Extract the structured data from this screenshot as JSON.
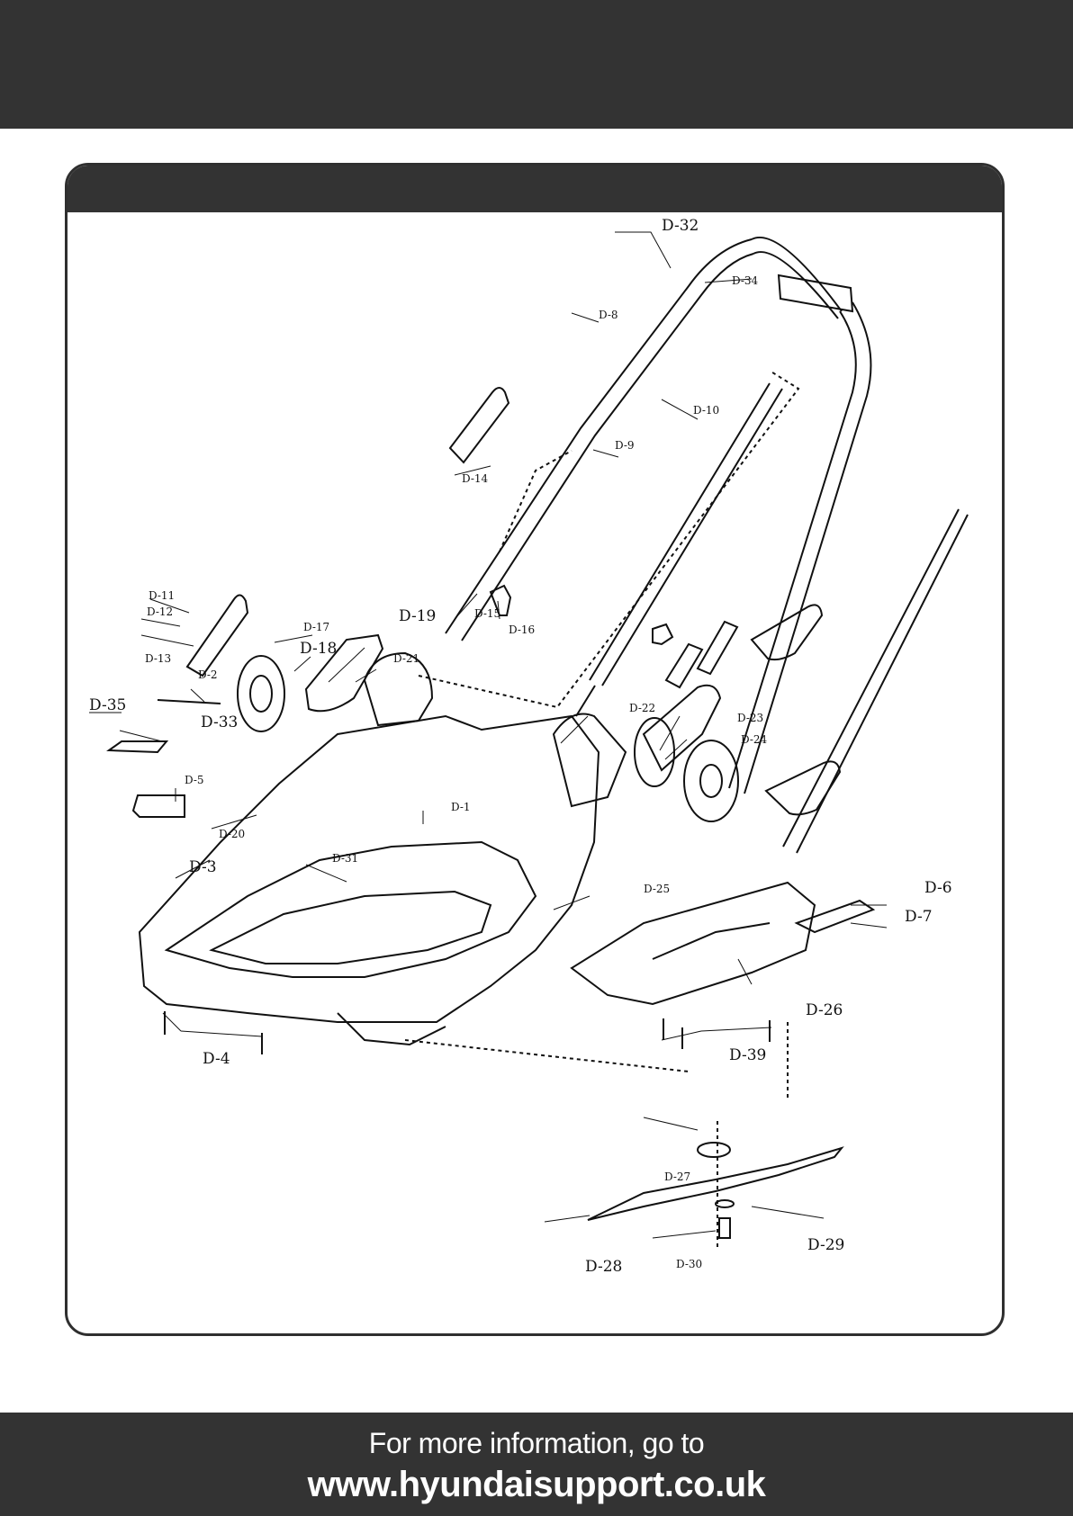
{
  "footer": {
    "line1": "For more information, go to",
    "line2": "www.hyundaisupport.co.uk"
  },
  "parts": [
    {
      "id": "D-32",
      "label": "D-32"
    },
    {
      "id": "D-34",
      "label": "D-34"
    },
    {
      "id": "D-8",
      "label": "D-8"
    },
    {
      "id": "D-10",
      "label": "D-10"
    },
    {
      "id": "D-9",
      "label": "D-9"
    },
    {
      "id": "D-14",
      "label": "D-14"
    },
    {
      "id": "D-11",
      "label": "D-11"
    },
    {
      "id": "D-12",
      "label": "D-12"
    },
    {
      "id": "D-13",
      "label": "D-13"
    },
    {
      "id": "D-17",
      "label": "D-17"
    },
    {
      "id": "D-18",
      "label": "D-18"
    },
    {
      "id": "D-19",
      "label": "D-19"
    },
    {
      "id": "D-15",
      "label": "D-15"
    },
    {
      "id": "D-16",
      "label": "D-16"
    },
    {
      "id": "D-2",
      "label": "D-2"
    },
    {
      "id": "D-35",
      "label": "D-35"
    },
    {
      "id": "D-33",
      "label": "D-33"
    },
    {
      "id": "D-21",
      "label": "D-21"
    },
    {
      "id": "D-22",
      "label": "D-22"
    },
    {
      "id": "D-23",
      "label": "D-23"
    },
    {
      "id": "D-24",
      "label": "D-24"
    },
    {
      "id": "D-5",
      "label": "D-5"
    },
    {
      "id": "D-20",
      "label": "D-20"
    },
    {
      "id": "D-1",
      "label": "D-1"
    },
    {
      "id": "D-3",
      "label": "D-3"
    },
    {
      "id": "D-31",
      "label": "D-31"
    },
    {
      "id": "D-25",
      "label": "D-25"
    },
    {
      "id": "D-6",
      "label": "D-6"
    },
    {
      "id": "D-7",
      "label": "D-7"
    },
    {
      "id": "D-26",
      "label": "D-26"
    },
    {
      "id": "D-4",
      "label": "D-4"
    },
    {
      "id": "D-39",
      "label": "D-39"
    },
    {
      "id": "D-27",
      "label": "D-27"
    },
    {
      "id": "D-29",
      "label": "D-29"
    },
    {
      "id": "D-28",
      "label": "D-28"
    },
    {
      "id": "D-30",
      "label": "D-30"
    }
  ]
}
